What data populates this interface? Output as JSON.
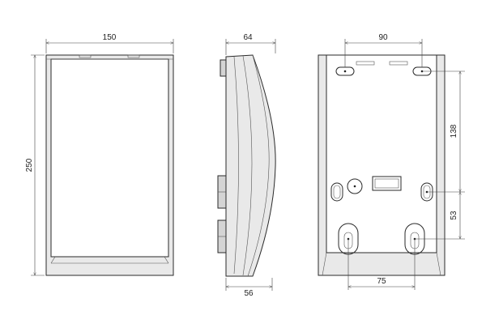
{
  "views": {
    "front": {
      "width_label": "150",
      "height_label": "250"
    },
    "side": {
      "depth_label": "64",
      "base_depth_label": "56"
    },
    "back": {
      "top_hole_spacing_label": "90",
      "vertical_spacing_label": "138",
      "lower_spacing_label": "53",
      "bottom_hole_spacing_label": "75"
    }
  },
  "colors": {
    "line": "#2a2a2a",
    "panel_fill": "#e9e9e9",
    "shadow_fill": "#d4d4d4"
  }
}
